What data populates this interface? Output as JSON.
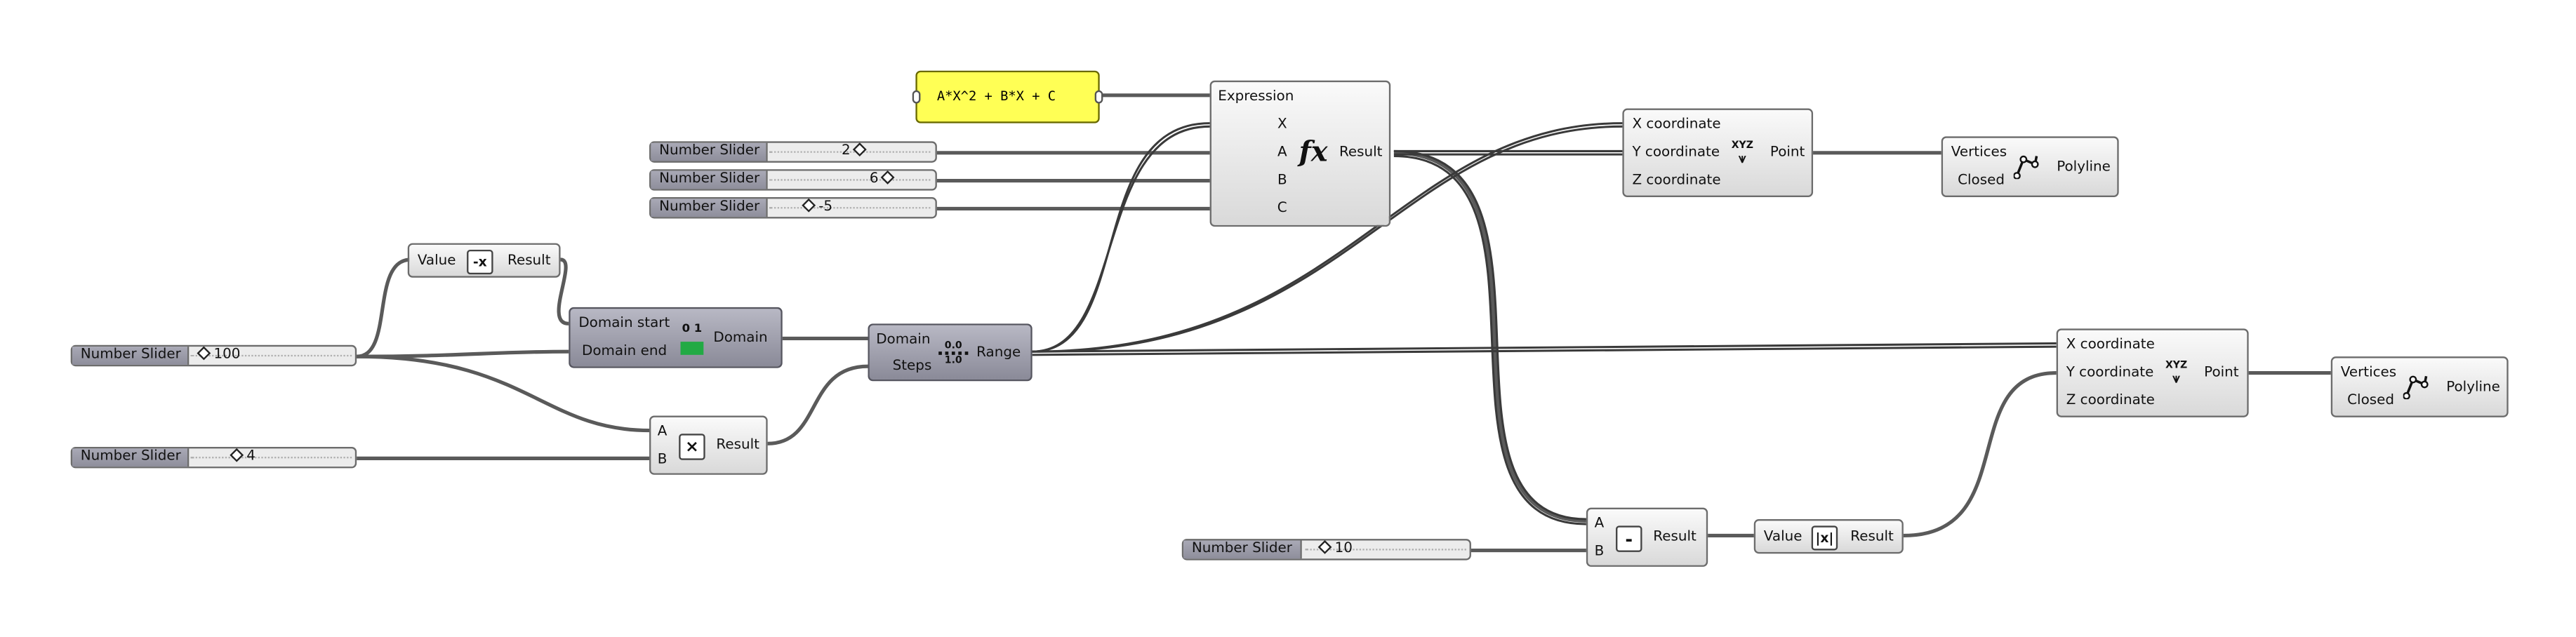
{
  "colors": {
    "node_bg": "#e0e0e0",
    "dark_node_bg": "#9a9aa8",
    "panel_yellow": "#ffff55",
    "wire": "#555555",
    "domain_icon_green": "#22aa44"
  },
  "panel": {
    "text": "A*X^2 + B*X + C"
  },
  "sliders": [
    {
      "label": "Number Slider",
      "value": "2"
    },
    {
      "label": "Number Slider",
      "value": "6"
    },
    {
      "label": "Number Slider",
      "value": "-5"
    },
    {
      "label": "Number Slider",
      "value": "100"
    },
    {
      "label": "Number Slider",
      "value": "4"
    },
    {
      "label": "Number Slider",
      "value": "10"
    }
  ],
  "expression": {
    "in0": "Expression",
    "inX": "X",
    "inA": "A",
    "inB": "B",
    "inC": "C",
    "out": "Result",
    "icon": "fx"
  },
  "negative": {
    "in": "Value",
    "out": "Result",
    "icon": "-x"
  },
  "domain": {
    "in0": "Domain start",
    "in1": "Domain end",
    "out": "Domain",
    "icon_top": "0 1"
  },
  "range": {
    "in0": "Domain",
    "in1": "Steps",
    "out": "Range",
    "icon_top": "0.0",
    "icon_bottom": "1.0"
  },
  "multiply": {
    "inA": "A",
    "inB": "B",
    "out": "Result",
    "icon": "×"
  },
  "subtract": {
    "inA": "A",
    "inB": "B",
    "out": "Result",
    "icon": "-"
  },
  "absolute": {
    "in": "Value",
    "out": "Result",
    "icon": "|x|"
  },
  "point1": {
    "inX": "X coordinate",
    "inY": "Y coordinate",
    "inZ": "Z coordinate",
    "out": "Point",
    "icon": "XYZ"
  },
  "point2": {
    "inX": "X coordinate",
    "inY": "Y coordinate",
    "inZ": "Z coordinate",
    "out": "Point",
    "icon": "XYZ"
  },
  "polyline1": {
    "in0": "Vertices",
    "in1": "Closed",
    "out": "Polyline"
  },
  "polyline2": {
    "in0": "Vertices",
    "in1": "Closed",
    "out": "Polyline"
  }
}
